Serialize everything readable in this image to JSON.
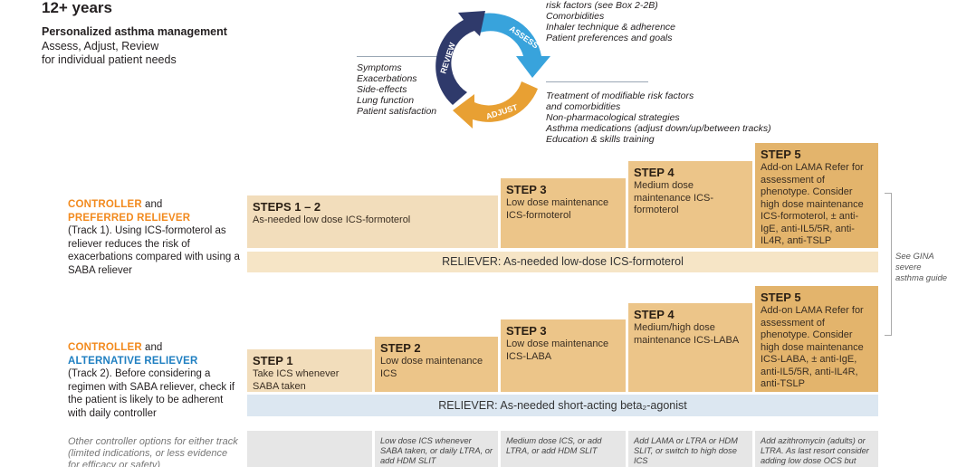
{
  "header": {
    "age": "12+ years",
    "title": "Personalized asthma management",
    "sub1": "Assess, Adjust, Review",
    "sub2": "for individual patient needs"
  },
  "cycle": {
    "review": "REVIEW",
    "assess": "ASSESS",
    "adjust": "ADJUST",
    "colors": {
      "review": "#2f3a6b",
      "assess": "#38a3dc",
      "adjust": "#e8a033"
    },
    "review_items": [
      "Symptoms",
      "Exacerbations",
      "Side-effects",
      "Lung function",
      "Patient satisfaction"
    ],
    "assess_items": [
      "risk factors (see Box 2-2B)",
      "Comorbidities",
      "Inhaler technique & adherence",
      "Patient preferences and goals"
    ],
    "adjust_items": [
      "Treatment of modifiable risk factors",
      "and comorbidities",
      "Non-pharmacological strategies",
      "Asthma medications (adjust down/up/between tracks)",
      "Education & skills training"
    ]
  },
  "track1": {
    "controller": "CONTROLLER",
    "and": " and",
    "relief": "PREFERRED RELIEVER",
    "desc": "(Track 1). Using ICS-formoterol as reliever reduces the risk of exacerbations compared with using a SABA reliever",
    "steps": [
      {
        "title": "STEPS 1 – 2",
        "text": "As-needed low dose ICS-formoterol"
      },
      {
        "title": "STEP 3",
        "text": "Low dose maintenance ICS-formoterol"
      },
      {
        "title": "STEP 4",
        "text": "Medium dose maintenance ICS-formoterol"
      },
      {
        "title": "STEP 5",
        "text": "Add-on LAMA Refer for assessment of phenotype. Consider high dose maintenance ICS-formoterol, ± anti-IgE, anti-IL5/5R, anti-IL4R, anti-TSLP"
      }
    ],
    "reliever": "RELIEVER: As-needed low-dose ICS-formoterol"
  },
  "track2": {
    "controller": "CONTROLLER",
    "and": " and",
    "relief": "ALTERNATIVE RELIEVER",
    "desc": "(Track 2). Before considering a regimen with SABA reliever, check if the patient is likely to be adherent with daily controller",
    "steps": [
      {
        "title": "STEP 1",
        "text": "Take ICS whenever SABA taken"
      },
      {
        "title": "STEP 2",
        "text": "Low dose maintenance ICS"
      },
      {
        "title": "STEP 3",
        "text": "Low dose maintenance ICS-LABA"
      },
      {
        "title": "STEP 4",
        "text": "Medium/high dose maintenance ICS-LABA"
      },
      {
        "title": "STEP 5",
        "text": "Add-on LAMA Refer for assessment of phenotype. Consider high dose maintenance ICS-LABA, ± anti-IgE, anti-IL5/5R, anti-IL4R, anti-TSLP"
      }
    ],
    "reliever": "RELIEVER: As-needed short-acting beta₂-agonist"
  },
  "other": {
    "label": "Other controller options for either track (limited indications, or less evidence for efficacy or safety)",
    "cells": [
      "Low dose ICS whenever SABA taken, or daily LTRA, or add HDM SLIT",
      "Medium dose ICS, or add LTRA, or add HDM SLIT",
      "Add LAMA or LTRA or HDM SLIT, or switch to high dose ICS",
      "Add azithromycin (adults) or LTRA. As last resort consider adding low dose OCS but consider side-effects"
    ]
  },
  "gina_note": [
    "See GINA",
    "severe",
    "asthma guide"
  ]
}
